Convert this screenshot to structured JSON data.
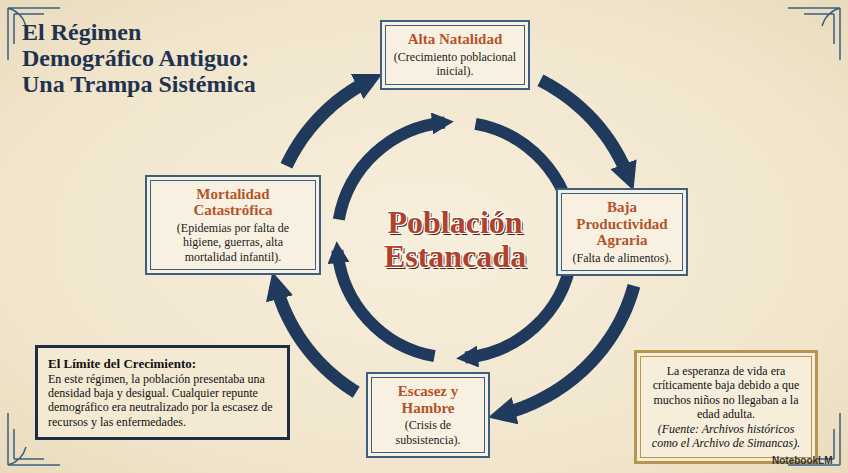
{
  "diagram": {
    "title": "El Régimen Demográfico Antiguo: Una Trampa Sistémica",
    "nodes": [
      {
        "text": [
          "Alta Natalidad",
          "(Crecimiento poblacional inicial)."
        ]
      },
      {
        "text": [
          "Baja Productividad Agraria",
          "(Falta de alimentos)."
        ]
      },
      {
        "text": [
          "Escasez y Hambre",
          "(Crisis de subsistencia)."
        ]
      },
      {
        "text": [
          "Mortalidad Catastrófica",
          "(Epidemias por falta de higiene, guerras, alta mortalidad infantil)."
        ]
      },
      {
        "text": [
          "El Límite del Crecimiento:",
          "En este régimen, la población presentaba una densidad baja y desigual. Cualquier repunte demográfico era neutralizado por la escasez de recursos y las enfermedades."
        ]
      },
      {
        "text": [
          "La esperanza de vida era críticamente baja debido a que muchos niños no llegaban a la edad adulta.",
          "(Fuente: Archivos históricos como el Archivo de Simancas)."
        ]
      }
    ],
    "edges": [
      {
        "from": 0,
        "to": 1,
        "arrow": "to"
      },
      {
        "from": 1,
        "to": 2,
        "arrow": "to"
      },
      {
        "from": 2,
        "to": 3,
        "arrow": "to"
      },
      {
        "from": 3,
        "to": 0,
        "arrow": "to"
      }
    ],
    "labels": [
      "Población Estancada",
      "NotebookLM"
    ]
  }
}
